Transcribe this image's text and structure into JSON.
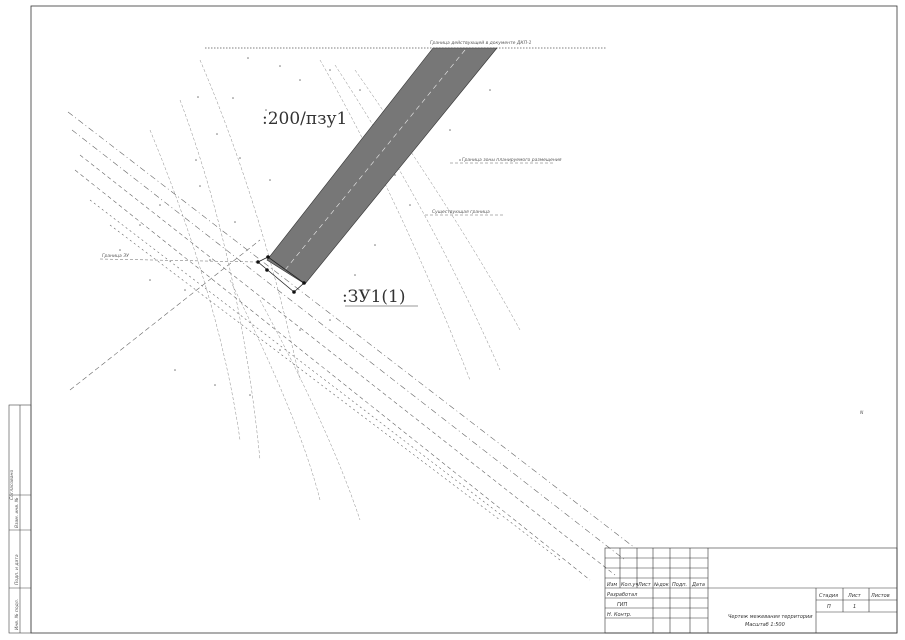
{
  "labels": {
    "parcel_main": ":200/пзу1",
    "parcel_secondary": ":ЗУ1(1)",
    "top_note": "Граница действующей в документе ДКП-1",
    "right_note_1": "Граница зоны планируемого размещения",
    "right_note_2": "Существующая граница",
    "left_note": "Граница ЗУ"
  },
  "title_block": {
    "row_headers": [
      "Изм",
      "Кол.уч",
      "Лист",
      "№док",
      "Подп.",
      "Дата"
    ],
    "developed": "Разработал",
    "checked": "ГИП",
    "norm_control": "Н. Контр.",
    "stage_header": "Стадия",
    "sheet_header": "Лист",
    "sheets_header": "Листов",
    "stage_value": "П",
    "sheet_value": "1",
    "drawing_title": "Чертеж межевания территории",
    "drawing_scale": "Масштаб 1:500"
  },
  "side_stamp": {
    "agreed": "Согласовано",
    "inv": "Инв. № подл.",
    "sign_date": "Подп. и дата",
    "replaces": "Взам. инв. №"
  },
  "colors": {
    "parcel_fill": "#777777",
    "line": "#555555",
    "frame": "#333333"
  }
}
